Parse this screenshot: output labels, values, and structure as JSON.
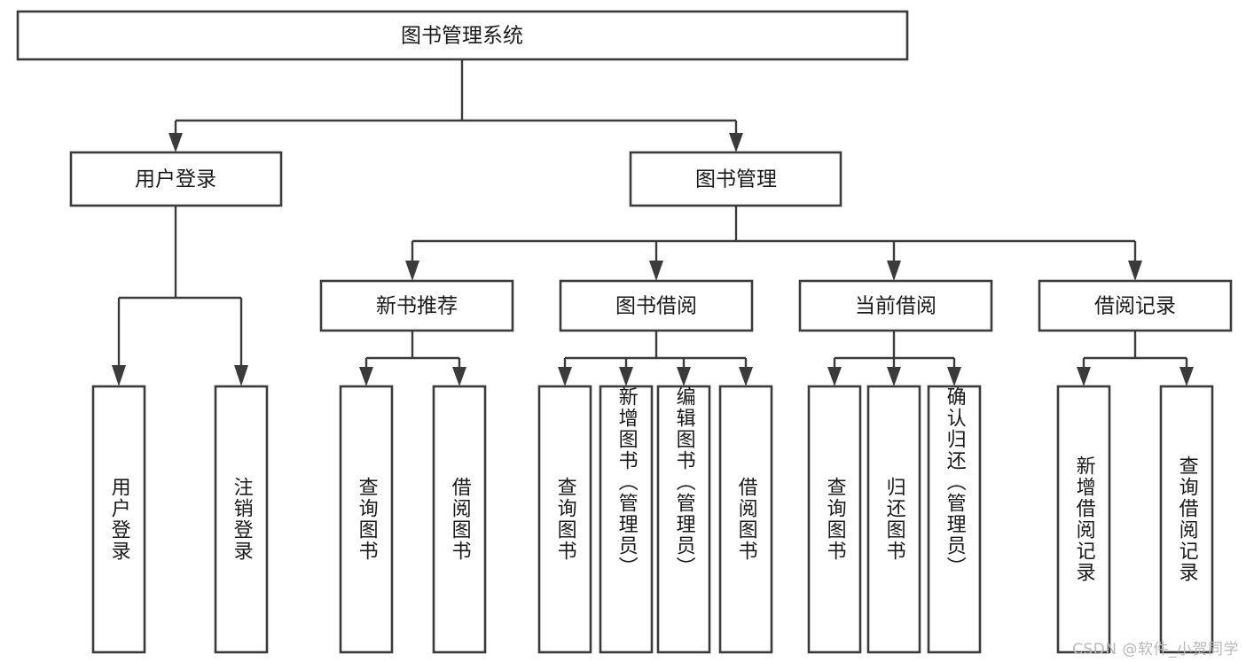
{
  "diagram": {
    "title": "图书管理系统",
    "type": "tree-hierarchy-diagram",
    "colors": {
      "box_stroke": "#3b3b3b",
      "box_fill": "#ffffff",
      "text": "#1a1a1a",
      "background": "#ffffff",
      "watermark": "#b9b9b9"
    },
    "root": {
      "label": "图书管理系统"
    },
    "level2": [
      {
        "label": "用户登录"
      },
      {
        "label": "图书管理"
      }
    ],
    "level3": [
      {
        "label": "新书推荐"
      },
      {
        "label": "图书借阅"
      },
      {
        "label": "当前借阅"
      },
      {
        "label": "借阅记录"
      }
    ],
    "leaves": {
      "user_login": [
        {
          "label": "用户登录"
        },
        {
          "label": "注销登录"
        }
      ],
      "new_book_recommend": [
        {
          "label": "查询图书"
        },
        {
          "label": "借阅图书"
        }
      ],
      "book_borrow": [
        {
          "label": "查询图书"
        },
        {
          "label": "新增图书（管理员）"
        },
        {
          "label": "编辑图书（管理员）"
        },
        {
          "label": "借阅图书"
        }
      ],
      "current_borrow": [
        {
          "label": "查询图书"
        },
        {
          "label": "归还图书"
        },
        {
          "label": "确认归还（管理员）"
        }
      ],
      "borrow_records": [
        {
          "label": "新增借阅记录"
        },
        {
          "label": "查询借阅记录"
        }
      ]
    }
  },
  "watermark": {
    "text": "CSDN @软件_小贺同学"
  }
}
